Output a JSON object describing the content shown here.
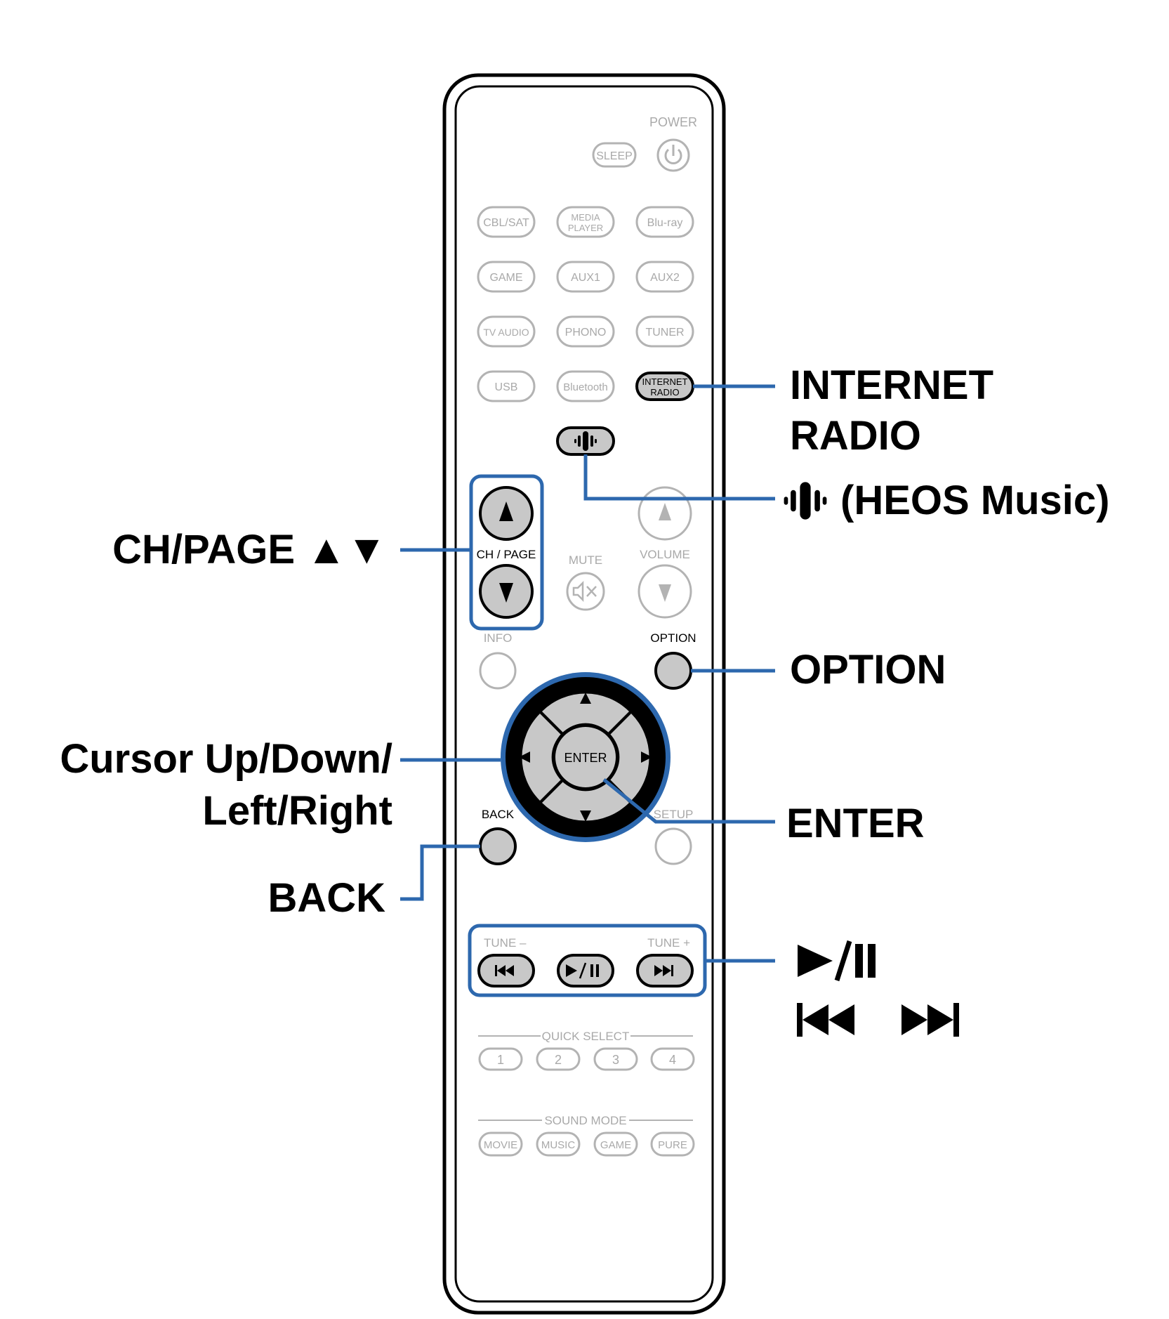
{
  "remote": {
    "top": {
      "power": "POWER",
      "sleep": "SLEEP"
    },
    "inputs": [
      {
        "key": "cbl_sat",
        "l1": "CBL/SAT",
        "l2": ""
      },
      {
        "key": "media_player",
        "l1": "MEDIA",
        "l2": "PLAYER"
      },
      {
        "key": "bluray",
        "l1": "Blu-ray",
        "l2": ""
      },
      {
        "key": "game",
        "l1": "GAME",
        "l2": ""
      },
      {
        "key": "aux1",
        "l1": "AUX1",
        "l2": ""
      },
      {
        "key": "aux2",
        "l1": "AUX2",
        "l2": ""
      },
      {
        "key": "tv_audio",
        "l1": "TV AUDIO",
        "l2": ""
      },
      {
        "key": "phono",
        "l1": "PHONO",
        "l2": ""
      },
      {
        "key": "tuner",
        "l1": "TUNER",
        "l2": ""
      },
      {
        "key": "usb",
        "l1": "USB",
        "l2": ""
      },
      {
        "key": "bluetooth",
        "l1": "Bluetooth",
        "l2": ""
      }
    ],
    "internet_radio_button": {
      "l1": "INTERNET",
      "l2": "RADIO"
    },
    "ch_page": "CH / PAGE",
    "mute": "MUTE",
    "volume": "VOLUME",
    "info": "INFO",
    "option": "OPTION",
    "enter": "ENTER",
    "back": "BACK",
    "setup": "SETUP",
    "tune_minus": "TUNE –",
    "tune_plus": "TUNE +",
    "quick_select": "QUICK SELECT",
    "quick_buttons": [
      "1",
      "2",
      "3",
      "4"
    ],
    "sound_mode": "SOUND MODE",
    "sound_buttons": [
      "MOVIE",
      "MUSIC",
      "GAME",
      "PURE"
    ]
  },
  "callouts": {
    "internet_radio_line1": "INTERNET",
    "internet_radio_line2": "RADIO",
    "heos_music": "(HEOS Music)",
    "ch_page": "CH/PAGE ▲▼",
    "option": "OPTION",
    "cursor_line1": "Cursor Up/Down/",
    "cursor_line2": "Left/Right",
    "enter": "ENTER",
    "back": "BACK",
    "play_pause": "►/II",
    "skip": "I◄◄ ►►I"
  },
  "colors": {
    "accent": "#2d68ae",
    "button_fill": "#c8c8c8",
    "faded": "#a9a9a9"
  }
}
